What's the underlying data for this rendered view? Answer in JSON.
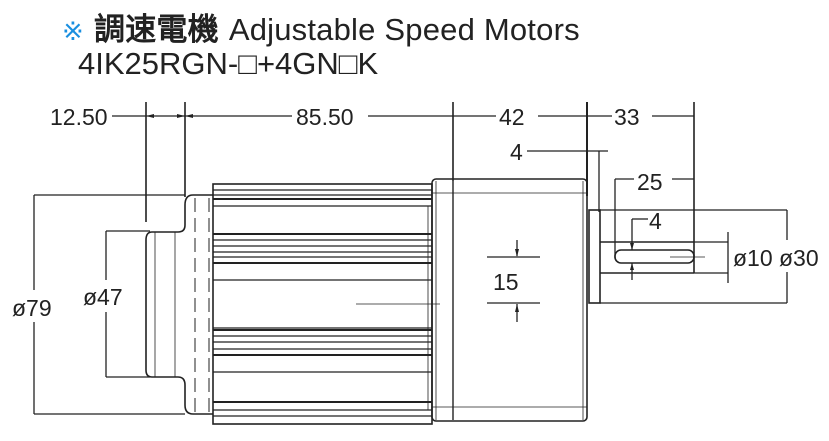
{
  "header": {
    "marker": "※",
    "title_cn": "調速電機",
    "title_en": "Adjustable Speed Motors",
    "model": "4IK25RGN-□+4GN□K"
  },
  "dimensions": {
    "d_12_50": "12.50",
    "d_85_50": "85.50",
    "d_42": "42",
    "d_33": "33",
    "d_4_flange": "4",
    "d_25": "25",
    "d_4_key": "4",
    "d_15": "15",
    "d_phi10": "ø10",
    "d_phi30": "ø30",
    "d_phi79": "ø79",
    "d_phi47": "ø47"
  },
  "colors": {
    "accent": "#1a8fe0",
    "line": "#222222"
  }
}
